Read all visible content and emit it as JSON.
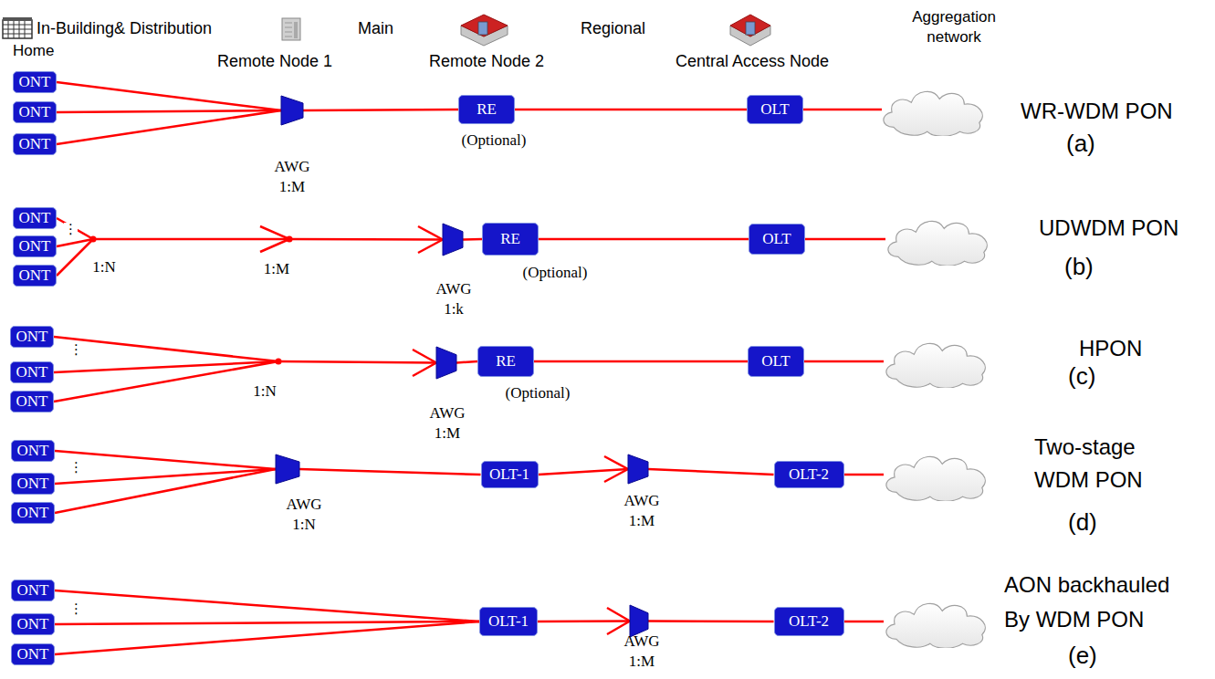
{
  "diagram": {
    "nodes": [
      {
        "text": [
          "ONT"
        ]
      },
      {
        "text": [
          "ONT"
        ]
      },
      {
        "text": [
          "ONT"
        ]
      },
      {
        "text": [
          "AWG 1:M"
        ]
      },
      {
        "text": [
          "RE",
          "(Optional)"
        ]
      },
      {
        "text": [
          "OLT"
        ]
      },
      {
        "text": [
          "ONT"
        ]
      },
      {
        "text": [
          "ONT"
        ]
      },
      {
        "text": [
          "ONT"
        ]
      },
      {
        "text": [
          "1:N"
        ]
      },
      {
        "text": [
          "1:M"
        ]
      },
      {
        "text": [
          "AWG 1:k"
        ]
      },
      {
        "text": [
          "RE",
          "(Optional)"
        ]
      },
      {
        "text": [
          "OLT"
        ]
      },
      {
        "text": [
          "ONT"
        ]
      },
      {
        "text": [
          "ONT"
        ]
      },
      {
        "text": [
          "ONT"
        ]
      },
      {
        "text": [
          "1:N"
        ]
      },
      {
        "text": [
          "AWG 1:M"
        ]
      },
      {
        "text": [
          "RE",
          "(Optional)"
        ]
      },
      {
        "text": [
          "OLT"
        ]
      },
      {
        "text": [
          "ONT"
        ]
      },
      {
        "text": [
          "ONT"
        ]
      },
      {
        "text": [
          "ONT"
        ]
      },
      {
        "text": [
          "AWG 1:N"
        ]
      },
      {
        "text": [
          "OLT-1"
        ]
      },
      {
        "text": [
          "AWG 1:M"
        ]
      },
      {
        "text": [
          "OLT-2"
        ]
      },
      {
        "text": [
          "ONT"
        ]
      },
      {
        "text": [
          "ONT"
        ]
      },
      {
        "text": [
          "ONT"
        ]
      },
      {
        "text": [
          "OLT-1"
        ]
      },
      {
        "text": [
          "AWG 1:M"
        ]
      },
      {
        "text": [
          "OLT-2"
        ]
      }
    ],
    "edges": [
      {
        "from": 0,
        "to": 3,
        "arrow": "none"
      },
      {
        "from": 1,
        "to": 3,
        "arrow": "none"
      },
      {
        "from": 2,
        "to": 3,
        "arrow": "none"
      },
      {
        "from": 3,
        "to": 4,
        "arrow": "none"
      },
      {
        "from": 4,
        "to": 5,
        "arrow": "none"
      },
      {
        "from": 6,
        "to": 9,
        "arrow": "none"
      },
      {
        "from": 7,
        "to": 9,
        "arrow": "none"
      },
      {
        "from": 8,
        "to": 9,
        "arrow": "none"
      },
      {
        "from": 9,
        "to": 10,
        "arrow": "none"
      },
      {
        "from": 10,
        "to": 11,
        "arrow": "none"
      },
      {
        "from": 11,
        "to": 12,
        "arrow": "none"
      },
      {
        "from": 12,
        "to": 13,
        "arrow": "none"
      },
      {
        "from": 14,
        "to": 17,
        "arrow": "none"
      },
      {
        "from": 15,
        "to": 17,
        "arrow": "none"
      },
      {
        "from": 16,
        "to": 17,
        "arrow": "none"
      },
      {
        "from": 17,
        "to": 18,
        "arrow": "none"
      },
      {
        "from": 18,
        "to": 19,
        "arrow": "none"
      },
      {
        "from": 19,
        "to": 20,
        "arrow": "none"
      },
      {
        "from": 21,
        "to": 24,
        "arrow": "none"
      },
      {
        "from": 22,
        "to": 24,
        "arrow": "none"
      },
      {
        "from": 23,
        "to": 24,
        "arrow": "none"
      },
      {
        "from": 24,
        "to": 25,
        "arrow": "none"
      },
      {
        "from": 25,
        "to": 26,
        "arrow": "none"
      },
      {
        "from": 26,
        "to": 27,
        "arrow": "none"
      },
      {
        "from": 28,
        "to": 31,
        "arrow": "none"
      },
      {
        "from": 29,
        "to": 31,
        "arrow": "none"
      },
      {
        "from": 30,
        "to": 31,
        "arrow": "none"
      },
      {
        "from": 31,
        "to": 32,
        "arrow": "none"
      },
      {
        "from": 32,
        "to": 33,
        "arrow": "none"
      }
    ],
    "labels": [
      "In-Building& Distribution",
      "Main",
      "Regional",
      "Aggregation network",
      "Home",
      "Remote Node 1",
      "Remote Node 2",
      "Central Access Node",
      "⋮",
      "⋮",
      "⋮",
      "⋮",
      "WR-WDM PON",
      "(a)",
      "UDWDM PON",
      "(b)",
      "HPON",
      "(c)",
      "Two-stage WDM PON",
      "(d)",
      "AON backhauled By WDM PON",
      "(e)"
    ]
  }
}
